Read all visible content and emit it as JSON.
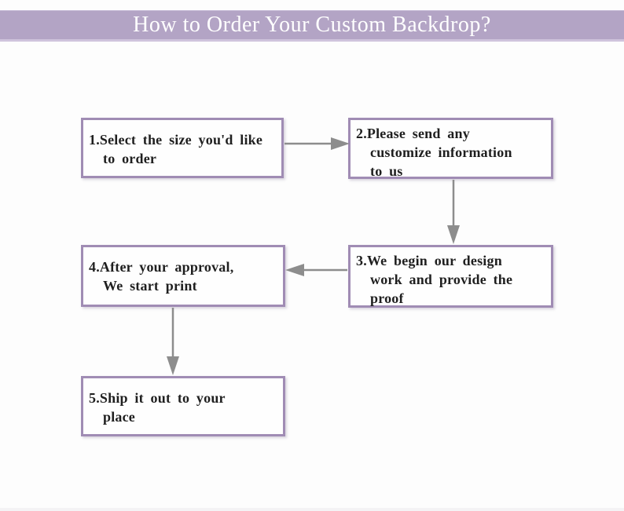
{
  "header": {
    "title": "How to Order Your Custom Backdrop?",
    "bar_color": "#b3a4c5",
    "text_color": "#ffffff"
  },
  "flowchart": {
    "box_border_color": "#a08cb4",
    "arrow_color": "#8d8d8d",
    "text_color": "#1f1f1f",
    "steps": [
      {
        "id": 1,
        "lines": [
          "1.Select the size you'd like",
          "to order"
        ]
      },
      {
        "id": 2,
        "lines": [
          "2.Please send any",
          "customize information",
          "to us"
        ]
      },
      {
        "id": 3,
        "lines": [
          "3.We begin our design",
          "work and provide the",
          "proof"
        ]
      },
      {
        "id": 4,
        "lines": [
          "4.After your approval,",
          "We start print"
        ]
      },
      {
        "id": 5,
        "lines": [
          "5.Ship it out to your",
          "place"
        ]
      }
    ],
    "connections": [
      {
        "from": 1,
        "to": 2,
        "direction": "right"
      },
      {
        "from": 2,
        "to": 3,
        "direction": "down"
      },
      {
        "from": 3,
        "to": 4,
        "direction": "left"
      },
      {
        "from": 4,
        "to": 5,
        "direction": "down"
      }
    ]
  }
}
